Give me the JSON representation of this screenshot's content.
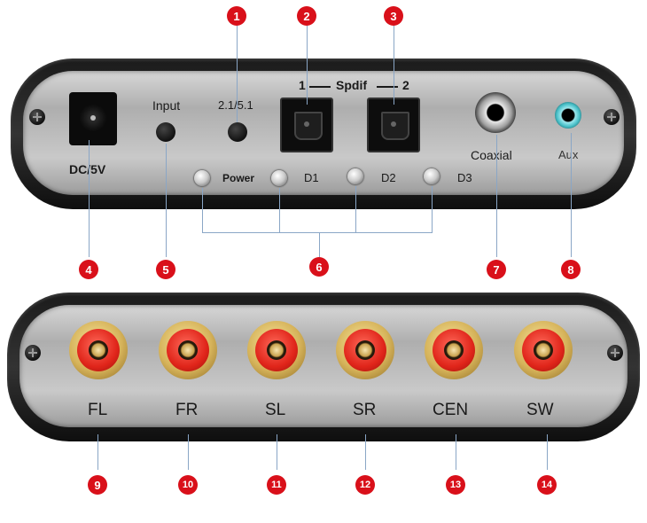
{
  "top": {
    "dc_label": "DC/5V",
    "input_label": "Input",
    "mode_label": "2.1/5.1",
    "spdif_1": "1",
    "spdif_text": "Spdif",
    "spdif_2": "2",
    "coaxial_label": "Coaxial",
    "aux_label": "Aux",
    "power_label": "Power",
    "d1_label": "D1",
    "d2_label": "D2",
    "d3_label": "D3"
  },
  "bottom": {
    "fl_label": "FL",
    "fr_label": "FR",
    "sl_label": "SL",
    "sr_label": "SR",
    "cen_label": "CEN",
    "sw_label": "SW"
  },
  "badges": {
    "b1": "1",
    "b2": "2",
    "b3": "3",
    "b4": "4",
    "b5": "5",
    "b6": "6",
    "b7": "7",
    "b8": "8",
    "b9": "9",
    "b10": "10",
    "b11": "11",
    "b12": "12",
    "b13": "13",
    "b14": "14"
  },
  "colors": {
    "badge": "#d9101a",
    "leader_line": "#8aa6c6",
    "panel_face": "#b9b9b9",
    "rca_red": "#e0251a",
    "aux_ring": "#48c0c8"
  }
}
